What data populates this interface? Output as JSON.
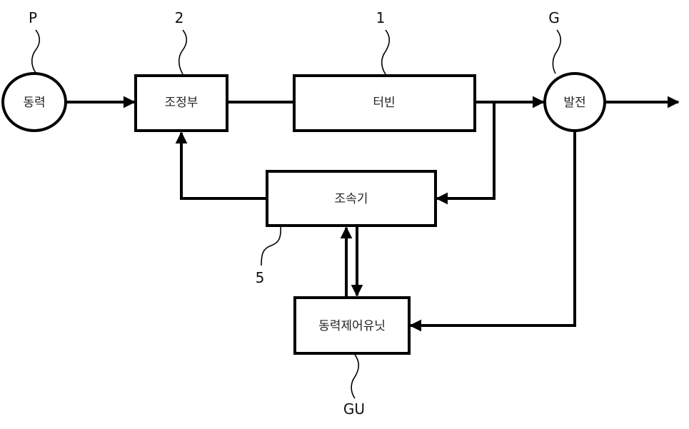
{
  "diagram": {
    "nodes": {
      "power": {
        "label": "동력",
        "ref": "P",
        "shape": "ellipse"
      },
      "adjuster": {
        "label": "조정부",
        "ref": "2",
        "shape": "box"
      },
      "turbine": {
        "label": "터빈",
        "ref": "1",
        "shape": "box"
      },
      "generator": {
        "label": "발전",
        "ref": "G",
        "shape": "ellipse"
      },
      "governor": {
        "label": "조속기",
        "ref": "5",
        "shape": "box"
      },
      "power_control_unit": {
        "label": "동력제어유닛",
        "ref": "GU",
        "shape": "box"
      }
    },
    "edges": [
      {
        "from": "power",
        "to": "adjuster",
        "arrow": true
      },
      {
        "from": "adjuster",
        "to": "turbine",
        "arrow": false
      },
      {
        "from": "turbine",
        "to": "generator",
        "arrow": true
      },
      {
        "from": "generator",
        "to": "output",
        "arrow": true
      },
      {
        "from": "turbine",
        "to": "governor",
        "arrow": true
      },
      {
        "from": "governor",
        "to": "adjuster",
        "arrow": true
      },
      {
        "from": "power_control_unit",
        "to": "governor",
        "arrow": true
      },
      {
        "from": "governor",
        "to": "power_control_unit",
        "arrow": true
      },
      {
        "from": "generator",
        "to": "power_control_unit",
        "arrow": true
      }
    ],
    "colors": {
      "stroke": "#000000",
      "text": "#222222",
      "background": "#ffffff"
    }
  }
}
